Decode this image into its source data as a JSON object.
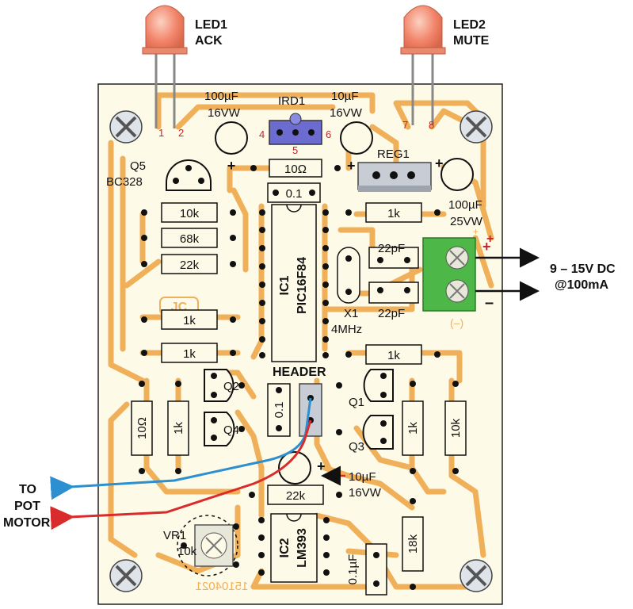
{
  "diagram": {
    "leds": [
      {
        "ref": "LED1",
        "function": "ACK",
        "pins": [
          "1",
          "2"
        ]
      },
      {
        "ref": "LED2",
        "function": "MUTE",
        "pins": [
          "7",
          "8"
        ]
      }
    ],
    "ir_receiver": {
      "ref": "IRD1",
      "pins": [
        "4",
        "5",
        "6"
      ]
    },
    "transistor_q5": {
      "ref": "Q5",
      "part": "BC328"
    },
    "capacitors": {
      "c_left_top": "100µF\n16VW",
      "c_mid_top": "10µF\n16VW",
      "c_reg": "100µF\n25VW",
      "c_bottom": "10µF\n16VW",
      "c_01_top": "0.1",
      "c_01_header": "0.1",
      "c_01_bottom": "0.1µF",
      "c_22pf_a": "22pF",
      "c_22pf_b": "22pF"
    },
    "resistors": {
      "r_10ohm_top": "10Ω",
      "r_10k_left": "10k",
      "r_68k": "68k",
      "r_22k_left": "22k",
      "r_1k_a": "1k",
      "r_1k_b": "1k",
      "r_1k_right_top": "1k",
      "r_1k_right_mid": "1k",
      "r_10ohm_bottom": "10Ω",
      "r_1k_bottom_left": "1k",
      "r_1k_bottom_right": "1k",
      "r_10k_bottom_right": "10k",
      "r_22k_bottom": "22k",
      "r_18k": "18k"
    },
    "regulator": "REG1",
    "ic1": {
      "ref": "IC1",
      "part": "PIC16F84"
    },
    "ic2": {
      "ref": "IC2",
      "part": "LM393"
    },
    "crystal": {
      "ref": "X1",
      "value": "4MHz"
    },
    "header": "HEADER",
    "transistors": [
      "Q1",
      "Q2",
      "Q3",
      "Q4"
    ],
    "trimpot": {
      "ref": "VR1",
      "value": "10k"
    },
    "power": {
      "label_line1": "9 – 15V DC",
      "label_line2": "@100mA",
      "plus": "+",
      "minus": "–",
      "plus_small": "+",
      "minus_small": "(–)"
    },
    "motor": {
      "line1": "TO",
      "line2": "POT",
      "line3": "MOTOR"
    },
    "board_code": "15104021",
    "silk_mark": "JC",
    "colors": {
      "board": "#fefae8",
      "track": "#f0b05a",
      "track_dark": "#d89240",
      "led": "#f2846a",
      "terminal": "#4db848",
      "ird": "#6b6bd0",
      "wire_blue": "#2b8fd0",
      "wire_red": "#d92b2b"
    }
  }
}
